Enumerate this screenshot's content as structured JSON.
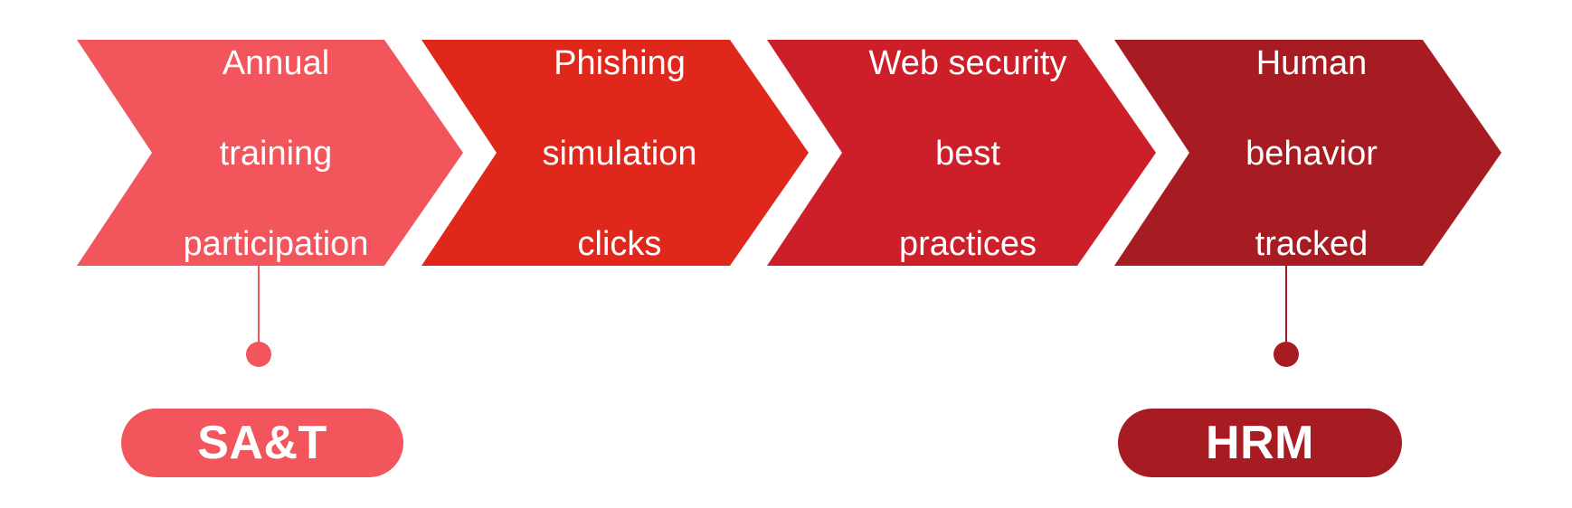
{
  "steps": [
    {
      "lines": [
        "Annual",
        "training",
        "participation"
      ],
      "color": "#f2565c"
    },
    {
      "lines": [
        "Phishing",
        "simulation",
        "clicks"
      ],
      "color": "#e0271c"
    },
    {
      "lines": [
        "Web security",
        "best",
        "practices"
      ],
      "color": "#cc1f29"
    },
    {
      "lines": [
        "Human",
        "behavior",
        "tracked"
      ],
      "color": "#a71c23"
    }
  ],
  "tags": {
    "left": {
      "label": "SA&T",
      "color": "#f2565c"
    },
    "right": {
      "label": "HRM",
      "color": "#a71c23"
    }
  }
}
